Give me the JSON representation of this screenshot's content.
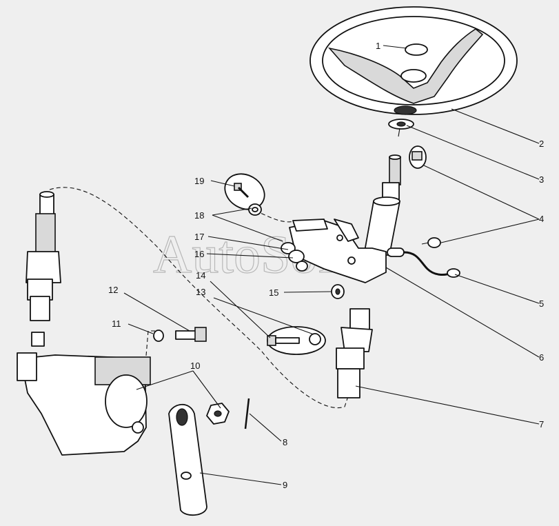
{
  "watermark": "AutoSoft",
  "callouts": {
    "c1": "1",
    "c2": "2",
    "c3": "3",
    "c4": "4",
    "c5": "5",
    "c6": "6",
    "c7": "7",
    "c8": "8",
    "c9": "9",
    "c10": "10",
    "c11": "11",
    "c12": "12",
    "c13": "13",
    "c14": "14",
    "c15": "15",
    "c16": "16",
    "c17": "17",
    "c18": "18",
    "c19": "19"
  }
}
